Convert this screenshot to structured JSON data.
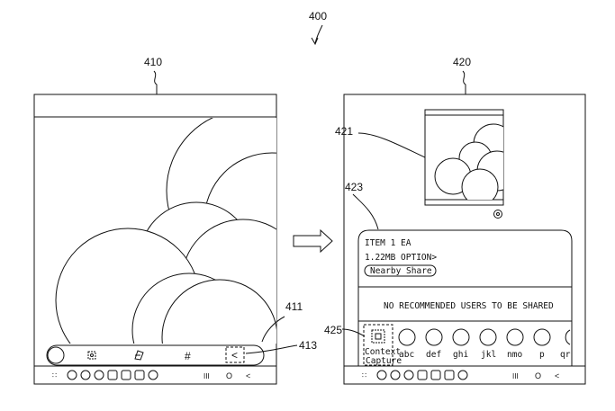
{
  "figure": {
    "figure_number": "400",
    "left_device_label": "410",
    "right_device_label": "420",
    "ref_421": "421",
    "ref_423": "423",
    "ref_411": "411",
    "ref_413": "413",
    "ref_425": "425"
  },
  "left_toolbar": {
    "hash_symbol": "#",
    "share_symbol": "<"
  },
  "nav_bar": {
    "menu_glyph": "∷",
    "recent_glyph": "III",
    "home_glyph": "O",
    "back_glyph": "<"
  },
  "share_panel": {
    "item_count": "ITEM 1 EA",
    "size_option": "1.22MB OPTION>",
    "nearby_share": "Nearby Share",
    "no_users_message": "NO RECOMMENDED USERS TO BE SHARED",
    "context_capture_line1": "Context",
    "context_capture_line2": "Capture",
    "contacts": [
      "abc",
      "def",
      "ghi",
      "jkl",
      "nmo",
      "p",
      "qr"
    ]
  },
  "icons": {
    "left_toolbar": [
      "circle-button",
      "capture-icon",
      "edit-icon",
      "hash-icon",
      "share-icon"
    ],
    "dock": [
      "phone-icon",
      "contacts-icon",
      "browser-icon",
      "camera-icon",
      "messages-icon",
      "gallery-icon",
      "settings-icon"
    ]
  }
}
